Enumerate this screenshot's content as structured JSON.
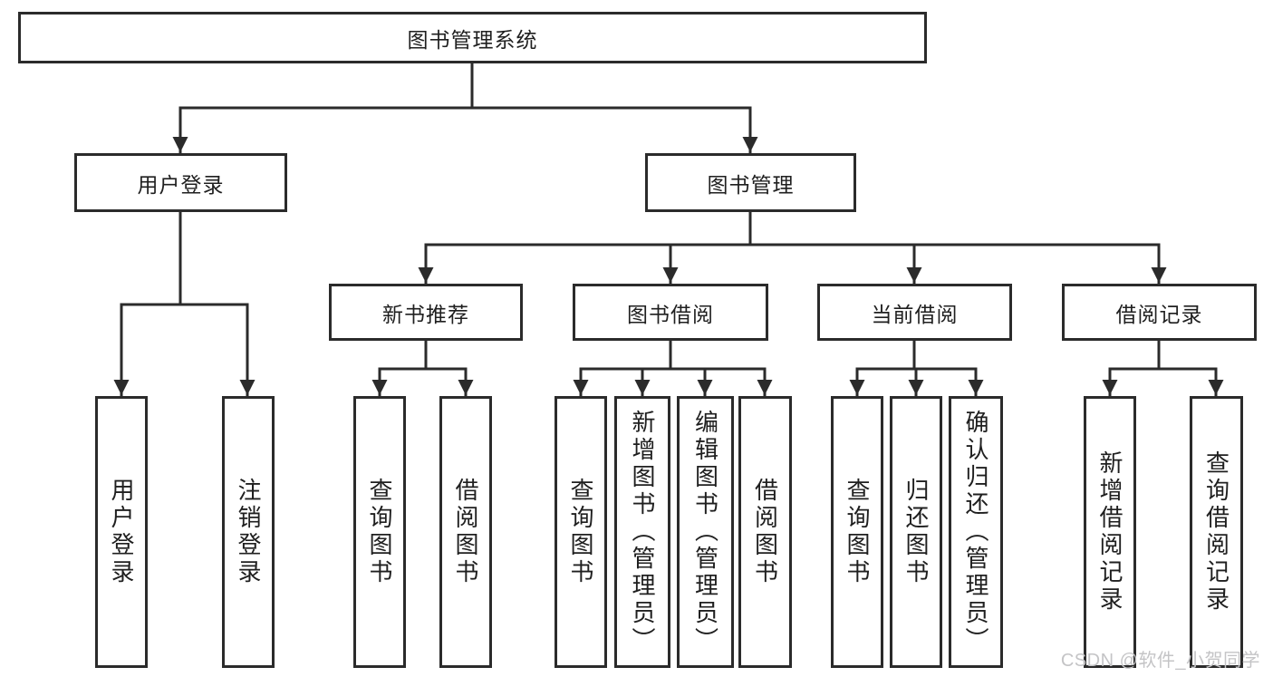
{
  "theme": {
    "background": "#ffffff",
    "line_color": "#2b2b2b",
    "box_border_color": "#2b2b2b",
    "box_fill": "#ffffff",
    "text_color": "#1f1f1f",
    "watermark_color": "#c4c4c6"
  },
  "diagram": {
    "title": "图书管理系统",
    "groups": {
      "login": {
        "label": "用户登录",
        "children": [
          "用户登录",
          "注销登录"
        ]
      },
      "manage": {
        "label": "图书管理"
      },
      "newbook": {
        "label": "新书推荐",
        "children": [
          "查询图书",
          "借阅图书"
        ]
      },
      "borrow": {
        "label": "图书借阅",
        "children": [
          "查询图书",
          "新增图书（管理员）",
          "编辑图书（管理员）",
          "借阅图书"
        ]
      },
      "current": {
        "label": "当前借阅",
        "children": [
          "查询图书",
          "归还图书",
          "确认归还（管理员）"
        ]
      },
      "record": {
        "label": "借阅记录",
        "children": [
          "新增借阅记录",
          "查询借阅记录"
        ]
      }
    },
    "watermark": "CSDN @软件_小贺同学"
  }
}
